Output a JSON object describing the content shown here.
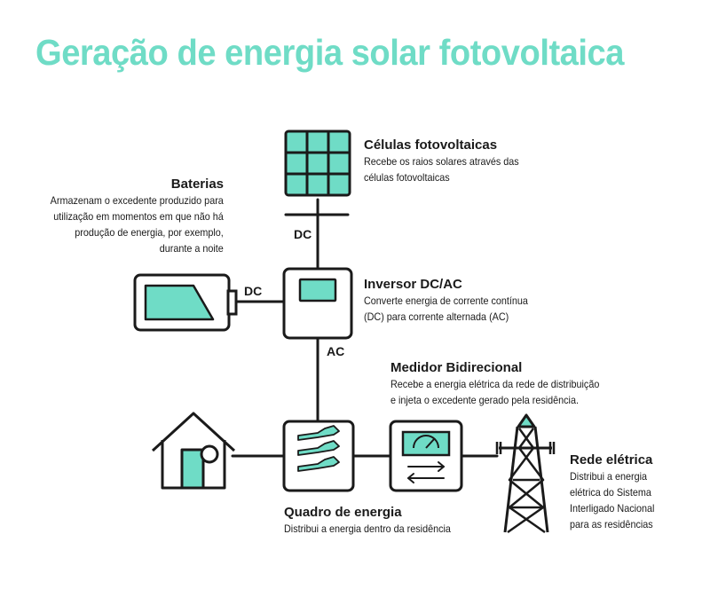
{
  "title": "Geração de energia solar fotovoltaica",
  "colors": {
    "accent": "#6fdcc6",
    "line": "#1a1a1a"
  },
  "components": {
    "cells": {
      "label": "Células fotovoltaicas",
      "desc": [
        "Recebe os raios solares através das",
        "células fotovoltaicas"
      ]
    },
    "batteries": {
      "label": "Baterias",
      "desc": [
        "Armazenam o excedente produzido para",
        "utilização em momentos em que não há",
        "produção de energia, por exemplo,",
        "durante a noite"
      ]
    },
    "inverter": {
      "label": "Inversor DC/AC",
      "desc": [
        "Converte energia de corrente contínua",
        "(DC) para corrente alternada (AC)"
      ]
    },
    "meter": {
      "label": "Medidor Bidirecional",
      "desc": [
        "Recebe a energia elétrica da rede de distribuição",
        "e injeta o excedente gerado pela residência."
      ]
    },
    "grid": {
      "label": "Rede elétrica",
      "desc": [
        "Distribui a energia",
        "elétrica do Sistema",
        "Interligado Nacional",
        "para as residências"
      ]
    },
    "panel": {
      "label": "Quadro de energia",
      "desc": [
        "Distribui a energia dentro da residência"
      ]
    }
  },
  "connection_labels": {
    "panel_to_inverter": "DC",
    "battery_to_inverter": "DC",
    "inverter_to_panel": "AC"
  },
  "icons": [
    "solar-panel-icon",
    "battery-icon",
    "inverter-icon",
    "house-icon",
    "distribution-board-icon",
    "meter-icon",
    "transmission-tower-icon"
  ]
}
